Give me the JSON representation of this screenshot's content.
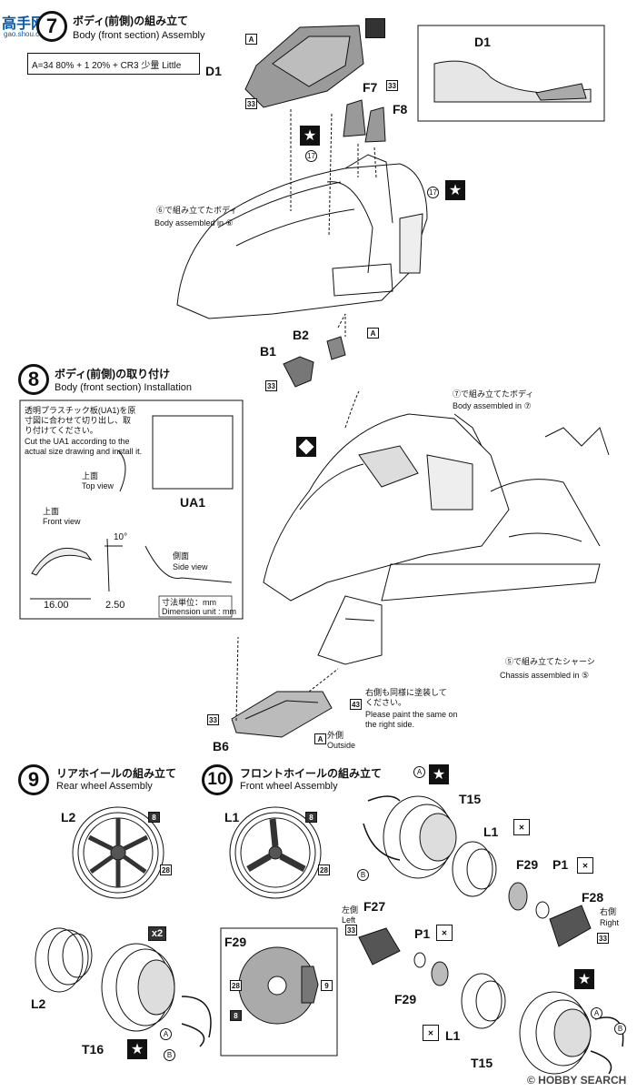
{
  "watermark": {
    "logo": "高手网",
    "url": "gao.shou.com"
  },
  "step7": {
    "num": "7",
    "title_jp": "ボディ(前側)の組み立て",
    "title_en": "Body (front section) Assembly",
    "paint_note": "A=34 80% + 1 20% + CR3 少量 Little",
    "body_note_jp": "⑥で組み立てたボディ",
    "body_note_en": "Body assembled in ⑥",
    "parts": [
      "D1",
      "F7",
      "F8",
      "B1",
      "B2"
    ],
    "inset_label": "D1"
  },
  "step8": {
    "num": "8",
    "title_jp": "ボディ(前側)の取り付け",
    "title_en": "Body (front section) Installation",
    "note_jp": "透明プラスチック板(UA1)を原寸図に合わせて切り出し、取り付けてください。",
    "note_en": "Cut the UA1 according to the actual size drawing and install it.",
    "top_view_jp": "上面",
    "top_view_en": "Top view",
    "front_view_jp": "上面",
    "front_view_en": "Front view",
    "side_view_jp": "側面",
    "side_view_en": "Side view",
    "ua_label": "UA1",
    "angle": "10°",
    "dim1": "16.00",
    "dim2": "2.50",
    "unit_jp": "寸法単位：mm",
    "unit_en": "Dimension unit : mm",
    "body_note_jp": "⑦で組み立てたボディ",
    "body_note_en": "Body assembled in ⑦",
    "chassis_note_jp": "⑤で組み立てたシャーシ",
    "chassis_note_en": "Chassis assembled in ⑤",
    "paint_right_jp": "右側も同様に塗装してください。",
    "paint_right_en": "Please paint the same on the right side.",
    "outside_jp": "外側",
    "outside_en": "Outside",
    "part": "B6"
  },
  "step9": {
    "num": "9",
    "title_jp": "リアホイールの組み立て",
    "title_en": "Rear wheel Assembly",
    "parts": [
      "L2",
      "L2",
      "T16"
    ],
    "multiplier": "x2"
  },
  "step10": {
    "num": "10",
    "title_jp": "フロントホイールの組み立て",
    "title_en": "Front wheel Assembly",
    "parts": [
      "L1",
      "F29",
      "T15",
      "L1",
      "F29",
      "P1",
      "F28",
      "F27",
      "P1",
      "F29",
      "L1",
      "T15"
    ],
    "left_jp": "左側",
    "left_en": "Left",
    "right_jp": "右側",
    "right_en": "Right"
  },
  "codes": {
    "c8": "8",
    "c28": "28",
    "c33": "33",
    "c43": "43",
    "c17": "17",
    "c9": "9",
    "cA": "A",
    "cB": "B"
  },
  "footer": {
    "copyright": "© HOBBY SEARCH"
  }
}
